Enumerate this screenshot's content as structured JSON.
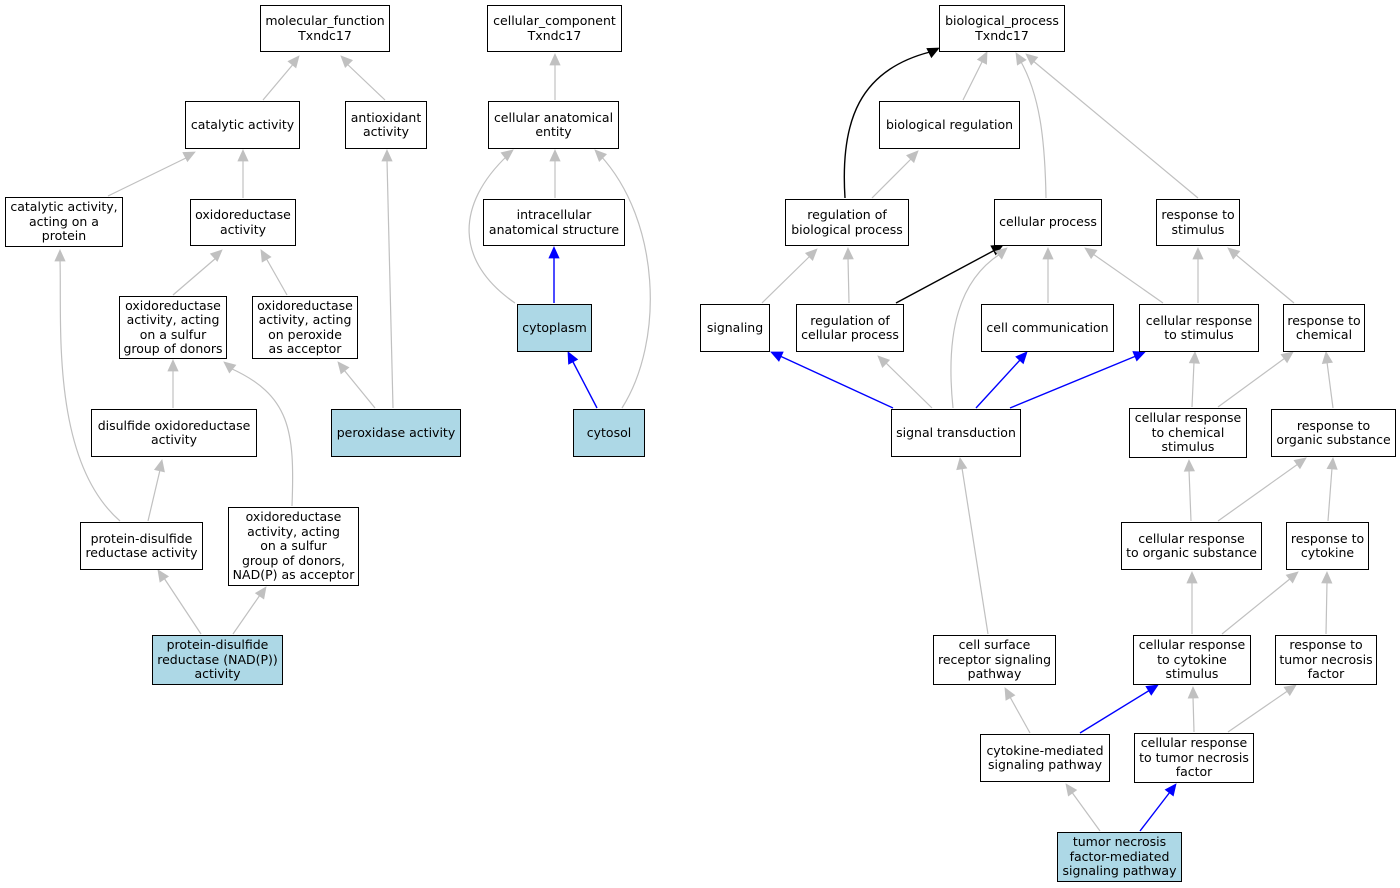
{
  "colors": {
    "highlight": "#add8e6",
    "edge_default": "#c0c0c0",
    "edge_blue": "#0000ff",
    "edge_black": "#000000"
  },
  "nodes": {
    "mf_root": "molecular_function\nTxndc17",
    "catalytic": "catalytic activity",
    "antioxidant": "antioxidant\nactivity",
    "cat_protein": "catalytic activity,\nacting on a\nprotein",
    "oxidoreductase": "oxidoreductase\nactivity",
    "oxido_sulfur": "oxidoreductase\nactivity, acting\non a sulfur\ngroup of donors",
    "oxido_peroxide": "oxidoreductase\nactivity, acting\non peroxide\nas acceptor",
    "disulfide": "disulfide oxidoreductase\nactivity",
    "peroxidase": "peroxidase activity",
    "pdr": "protein-disulfide\nreductase activity",
    "oxido_nadp": "oxidoreductase\nactivity, acting\non a sulfur\ngroup of donors,\nNAD(P) as acceptor",
    "pdr_nadp": "protein-disulfide\nreductase (NAD(P))\nactivity",
    "cc_root": "cellular_component\nTxndc17",
    "cae": "cellular anatomical\nentity",
    "ias": "intracellular\nanatomical structure",
    "cytoplasm": "cytoplasm",
    "cytosol": "cytosol",
    "bp_root": "biological_process\nTxndc17",
    "bio_reg": "biological regulation",
    "reg_bio": "regulation of\nbiological process",
    "cell_proc": "cellular process",
    "resp_stim": "response to\nstimulus",
    "signaling": "signaling",
    "reg_cell": "regulation of\ncellular process",
    "cell_comm": "cell communication",
    "cell_resp_stim": "cellular response\nto stimulus",
    "resp_chem": "response to\nchemical",
    "sig_trans": "signal transduction",
    "cell_resp_chem": "cellular response\nto chemical\nstimulus",
    "resp_org": "response to\norganic substance",
    "cell_resp_org": "cellular response\nto organic substance",
    "resp_cyto": "response to\ncytokine",
    "csrsp": "cell surface\nreceptor signaling\npathway",
    "cell_resp_cyto": "cellular response\nto cytokine\nstimulus",
    "resp_tnf": "response to\ntumor necrosis\nfactor",
    "cyto_med": "cytokine-mediated\nsignaling pathway",
    "cell_resp_tnf": "cellular response\nto tumor necrosis\nfactor",
    "tnf_path": "tumor necrosis\nfactor-mediated\nsignaling pathway"
  }
}
